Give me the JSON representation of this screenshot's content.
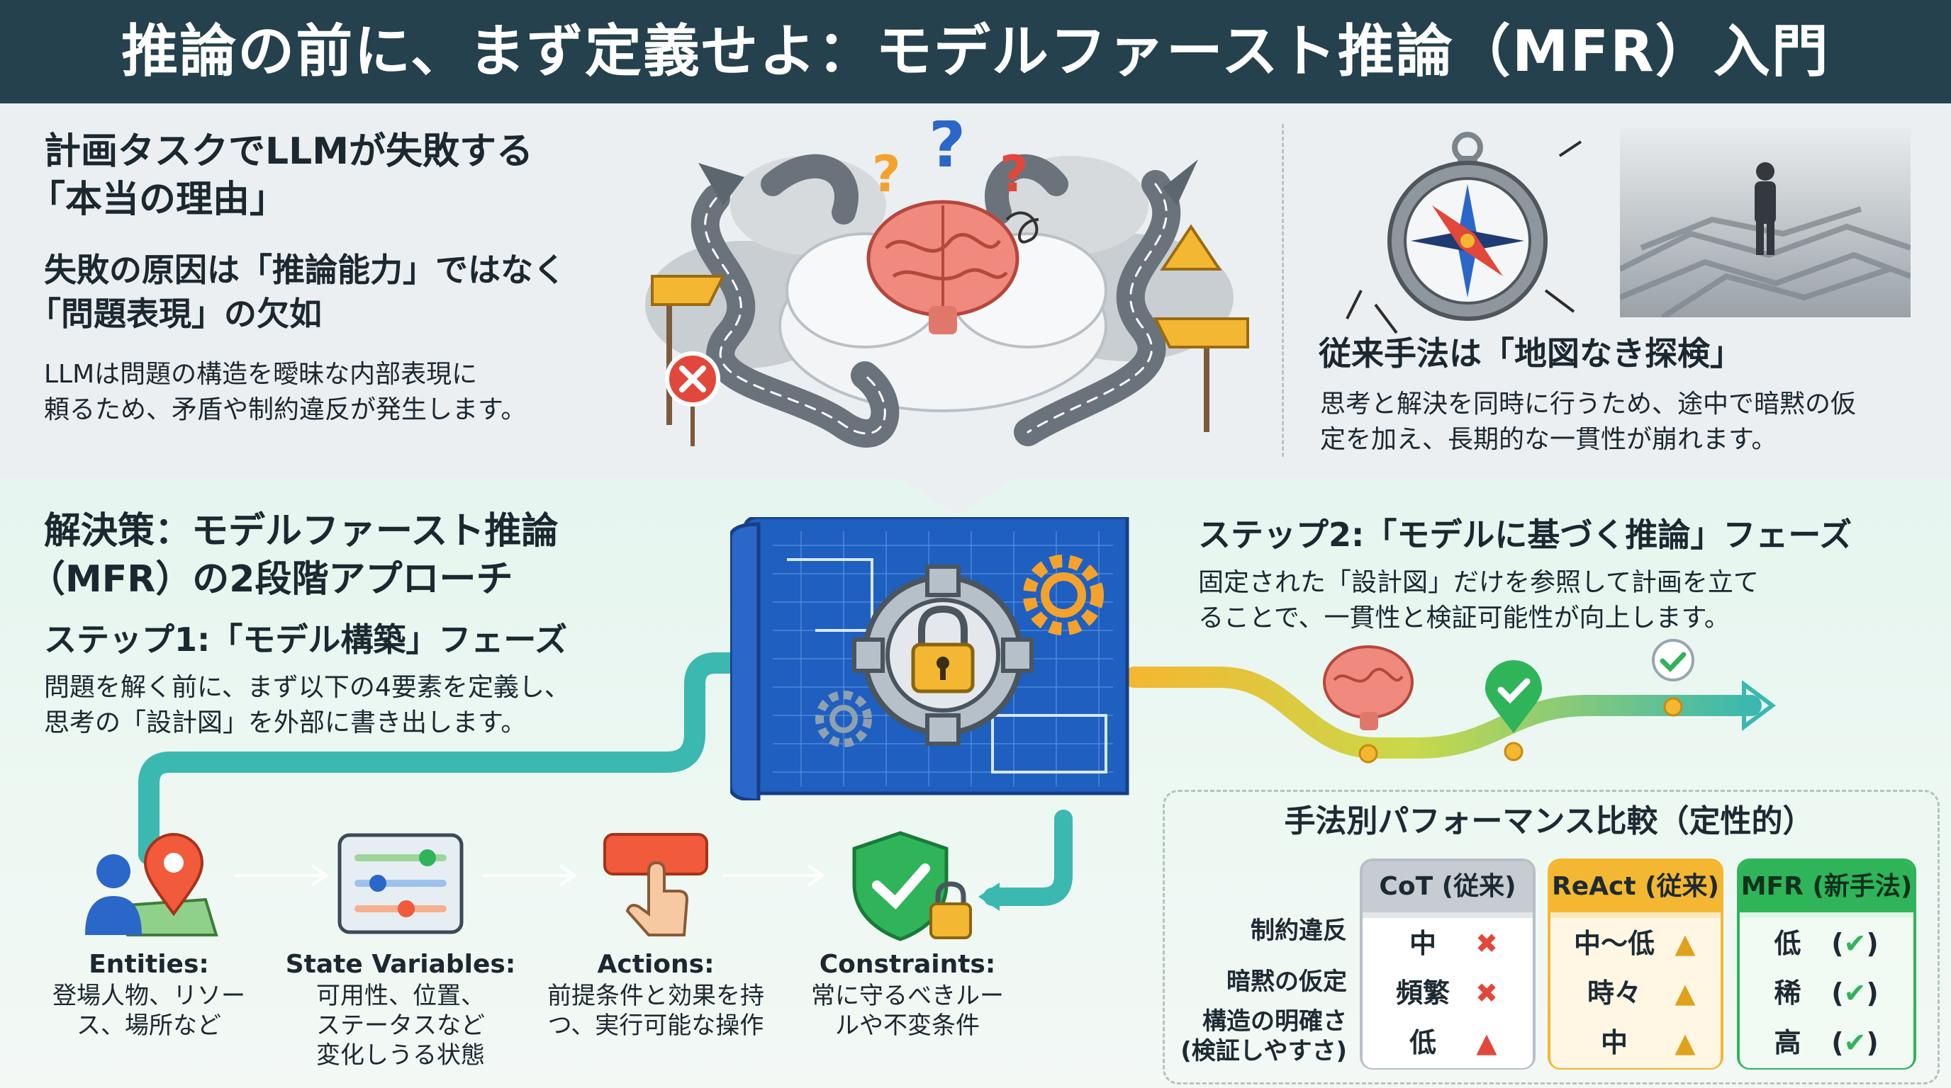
{
  "title": "推論の前に、まず定義せよ：モデルファースト推論（MFR）入門",
  "problem": {
    "heading_line1": "計画タスクでLLMが失敗する",
    "heading_line2": "「本当の理由」",
    "sub_line1": "失敗の原因は「推論能力」ではなく",
    "sub_line2": "「問題表現」の欠如",
    "body_line1": "LLMは問題の構造を曖昧な内部表現に",
    "body_line2": "頼るため、矛盾や制約違反が発生します。"
  },
  "conventional": {
    "heading": "従来手法は「地図なき探検」",
    "body_line1": "思考と解決を同時に行うため、途中で暗黙の仮",
    "body_line2": "定を加え、長期的な一貫性が崩れます。"
  },
  "solution": {
    "heading_line1": "解決策：モデルファースト推論",
    "heading_line2": "（MFR）の2段階アプローチ",
    "step1_heading": "ステップ1:「モデル構築」フェーズ",
    "step1_body_line1": "問題を解く前に、まず以下の4要素を定義し、",
    "step1_body_line2": "思考の「設計図」を外部に書き出します。",
    "step2_heading": "ステップ2:「モデルに基づく推論」フェーズ",
    "step2_body_line1": "固定された「設計図」だけを参照して計画を立て",
    "step2_body_line2": "ることで、一貫性と検証可能性が向上します。"
  },
  "elements": [
    {
      "label": "Entities:",
      "desc": [
        "登場人物、リソー",
        "ス、場所など"
      ]
    },
    {
      "label": "State Variables:",
      "desc": [
        "可用性、位置、",
        "ステータスなど",
        "変化しうる状態"
      ]
    },
    {
      "label": "Actions:",
      "desc": [
        "前提条件と効果を持",
        "つ、実行可能な操作"
      ]
    },
    {
      "label": "Constraints:",
      "desc": [
        "常に守るべきルー",
        "ルや不変条件"
      ]
    }
  ],
  "comparison": {
    "title": "手法別パフォーマンス比較（定性的）",
    "rows": [
      "制約違反",
      "暗黙の仮定",
      "構造の明確さ",
      "(検証しやすさ)"
    ],
    "columns": [
      {
        "name": "CoT (従来)",
        "values": [
          "中",
          "頻繁",
          "低"
        ],
        "icons": [
          "cross-icon",
          "cross-icon",
          "warning-red-icon"
        ],
        "color": "#c6ccd2"
      },
      {
        "name": "ReAct (従来)",
        "values": [
          "中〜低",
          "時々",
          "中"
        ],
        "icons": [
          "warning-icon",
          "warning-icon",
          "warning-icon"
        ],
        "color": "#f4b731"
      },
      {
        "name": "MFR (新手法)",
        "values": [
          "低",
          "稀",
          "高"
        ],
        "icons": [
          "check-icon",
          "check-icon",
          "check-icon"
        ],
        "color": "#2fb45a"
      }
    ]
  },
  "colors": {
    "title_bg": "#24414d",
    "teal": "#3bb8b0",
    "orange": "#f07a3c",
    "blue": "#2a67c8",
    "green": "#2fb45a",
    "yellow": "#f4b731"
  }
}
